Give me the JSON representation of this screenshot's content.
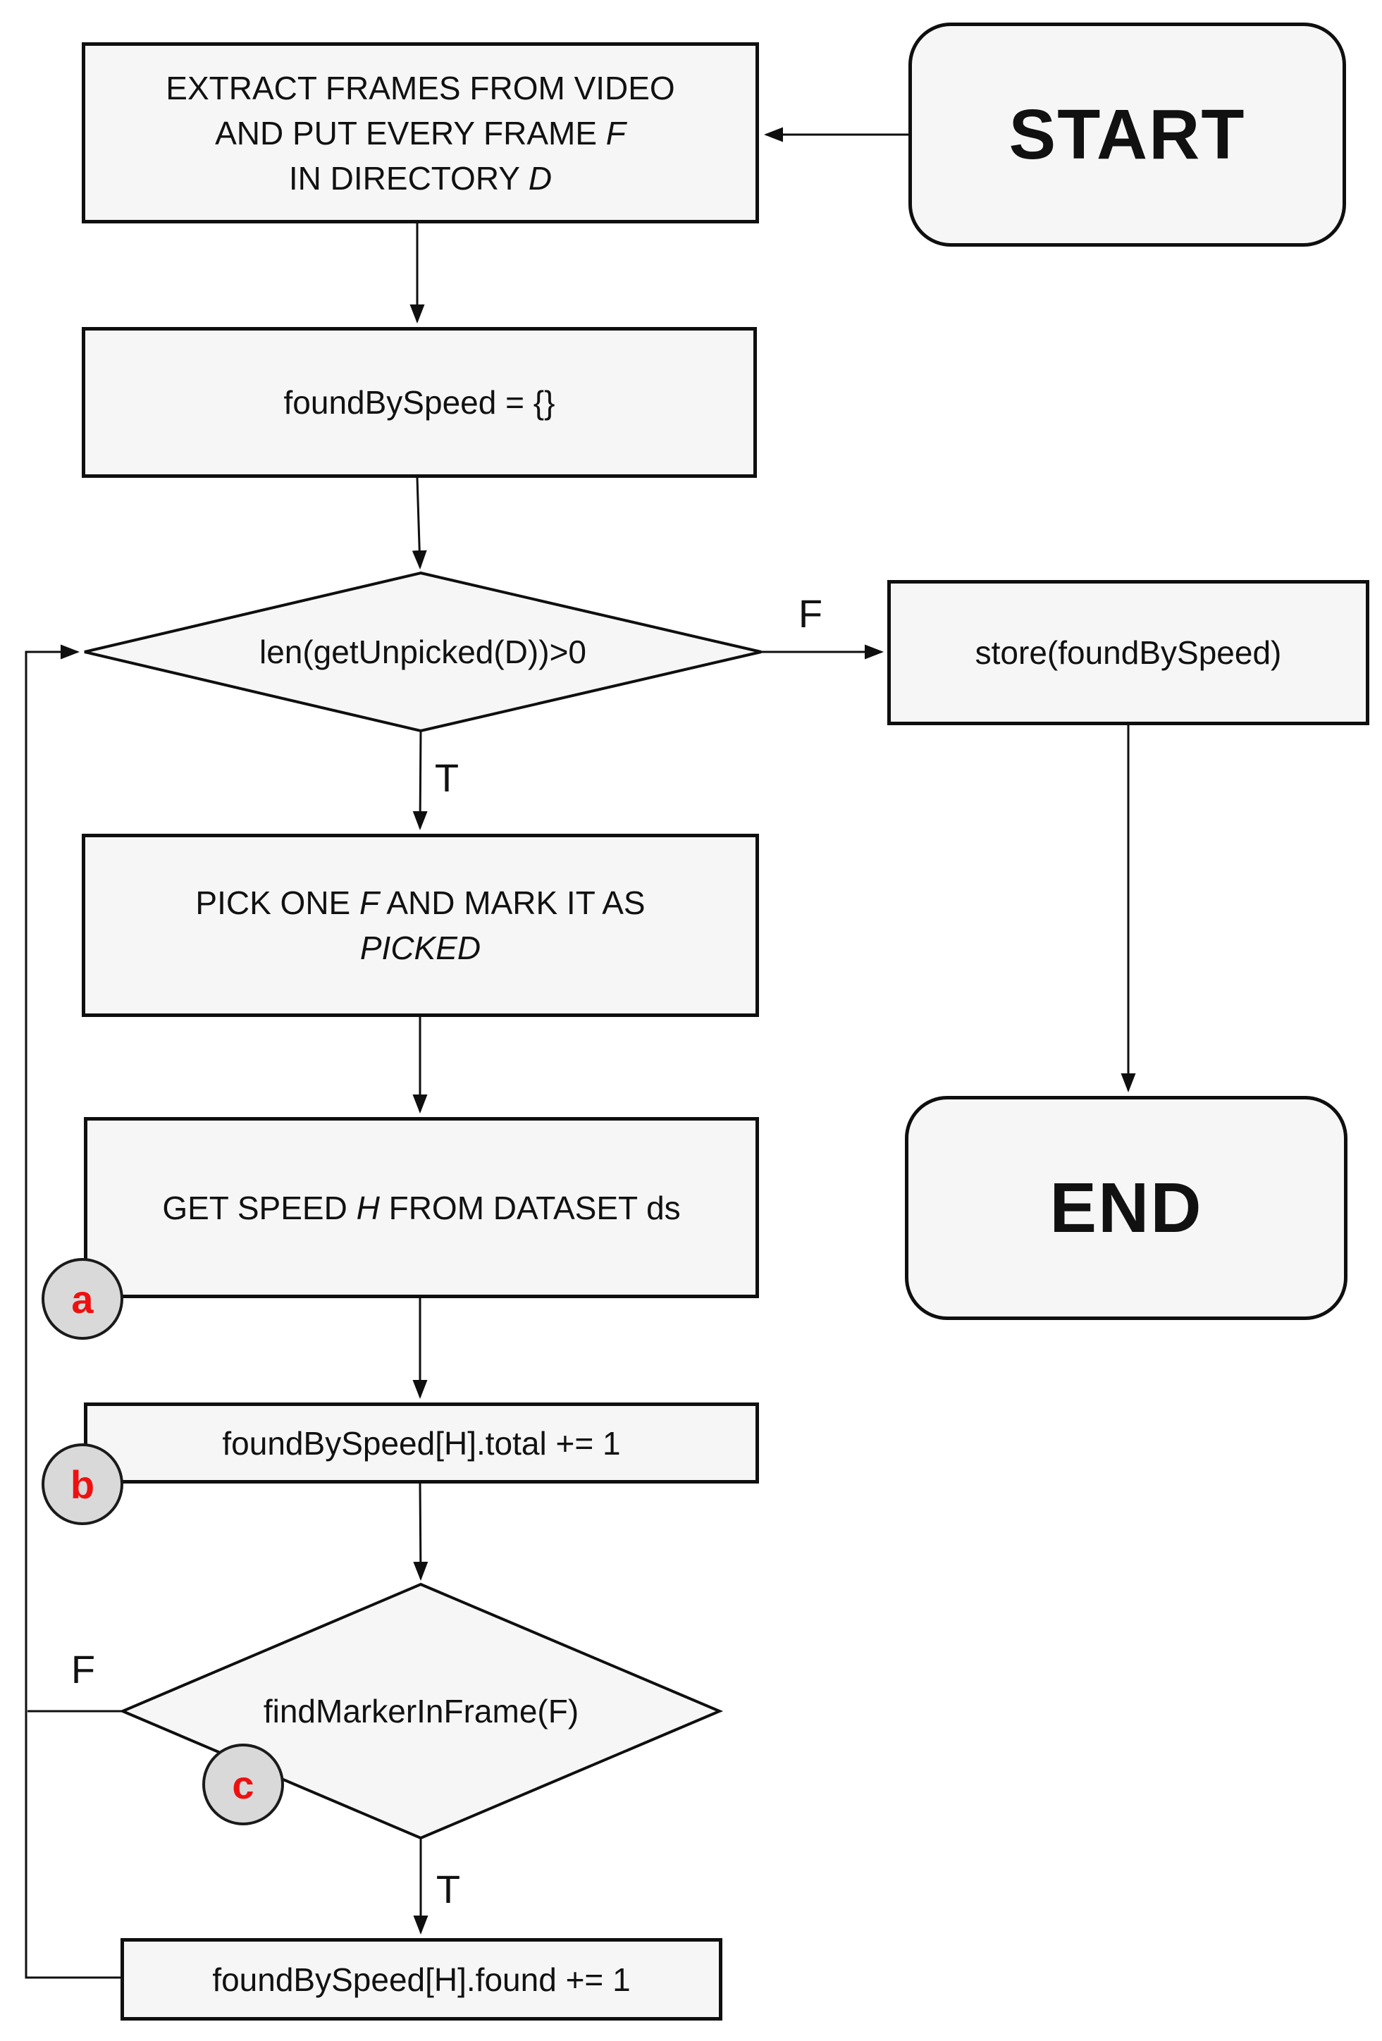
{
  "flowchart": {
    "start_label": "START",
    "end_label": "END",
    "steps": {
      "extract_frames": {
        "lines": [
          [
            {
              "t": "EXTRACT FRAMES FROM VIDEO"
            }
          ],
          [
            {
              "t": "AND PUT EVERY FRAME "
            },
            {
              "t": "F",
              "i": true
            }
          ],
          [
            {
              "t": "IN DIRECTORY "
            },
            {
              "t": "D",
              "i": true
            }
          ]
        ]
      },
      "init_found_by_speed": {
        "lines": [
          [
            {
              "t": "foundBySpeed = {}"
            }
          ]
        ]
      },
      "check_unpicked": {
        "lines": [
          [
            {
              "t": "len(getUnpicked(D))>0"
            }
          ]
        ]
      },
      "store_found_by_speed": {
        "lines": [
          [
            {
              "t": "store(foundBySpeed)"
            }
          ]
        ]
      },
      "pick_frame": {
        "lines": [
          [
            {
              "t": "PICK ONE "
            },
            {
              "t": "F",
              "i": true
            },
            {
              "t": " AND MARK IT AS"
            }
          ],
          [
            {
              "t": "PICKED",
              "i": true
            }
          ]
        ]
      },
      "get_speed": {
        "lines": [
          [
            {
              "t": "GET SPEED "
            },
            {
              "t": "H",
              "i": true
            },
            {
              "t": " FROM DATASET ds"
            }
          ]
        ]
      },
      "increment_total": {
        "lines": [
          [
            {
              "t": "foundBySpeed[H].total += 1"
            }
          ]
        ]
      },
      "find_marker": {
        "lines": [
          [
            {
              "t": "findMarkerInFrame(F)"
            }
          ]
        ]
      },
      "increment_found": {
        "lines": [
          [
            {
              "t": "foundBySpeed[H].found += 1"
            }
          ]
        ]
      }
    },
    "branch_labels": {
      "unpicked_false": "F",
      "unpicked_true": "T",
      "marker_false": "F",
      "marker_true": "T"
    },
    "annotations": {
      "a": "a",
      "b": "b",
      "c": "c"
    },
    "colors": {
      "node_fill": "#f6f6f6",
      "node_border": "#0f0f0f",
      "connector": "#0f0f0f",
      "circle_fill": "#d9d9d9",
      "circle_border": "#1a1a1a",
      "annotation_text": "#ee1111"
    }
  }
}
